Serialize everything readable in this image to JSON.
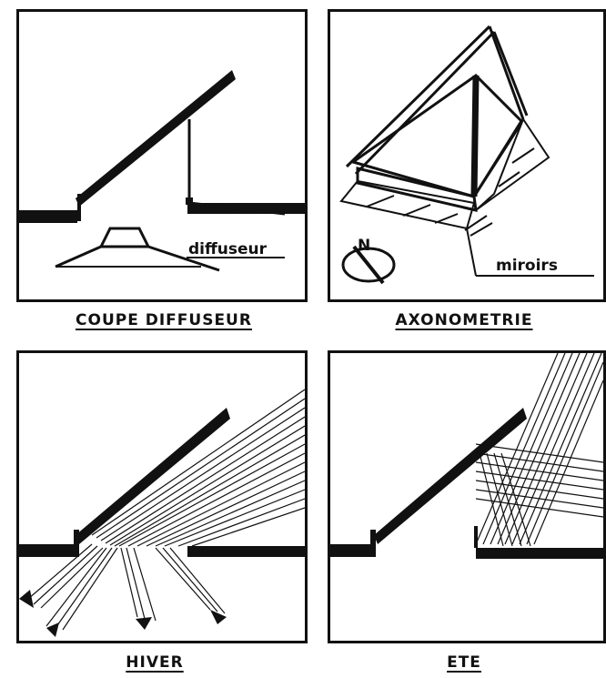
{
  "panels": [
    {
      "caption": "COUPE  DIFFUSEUR",
      "annotation": "diffuseur"
    },
    {
      "caption": "AXONOMETRIE",
      "annotation": "miroirs",
      "compass_letter": "N"
    },
    {
      "caption": "HIVER"
    },
    {
      "caption": "ETE"
    }
  ]
}
